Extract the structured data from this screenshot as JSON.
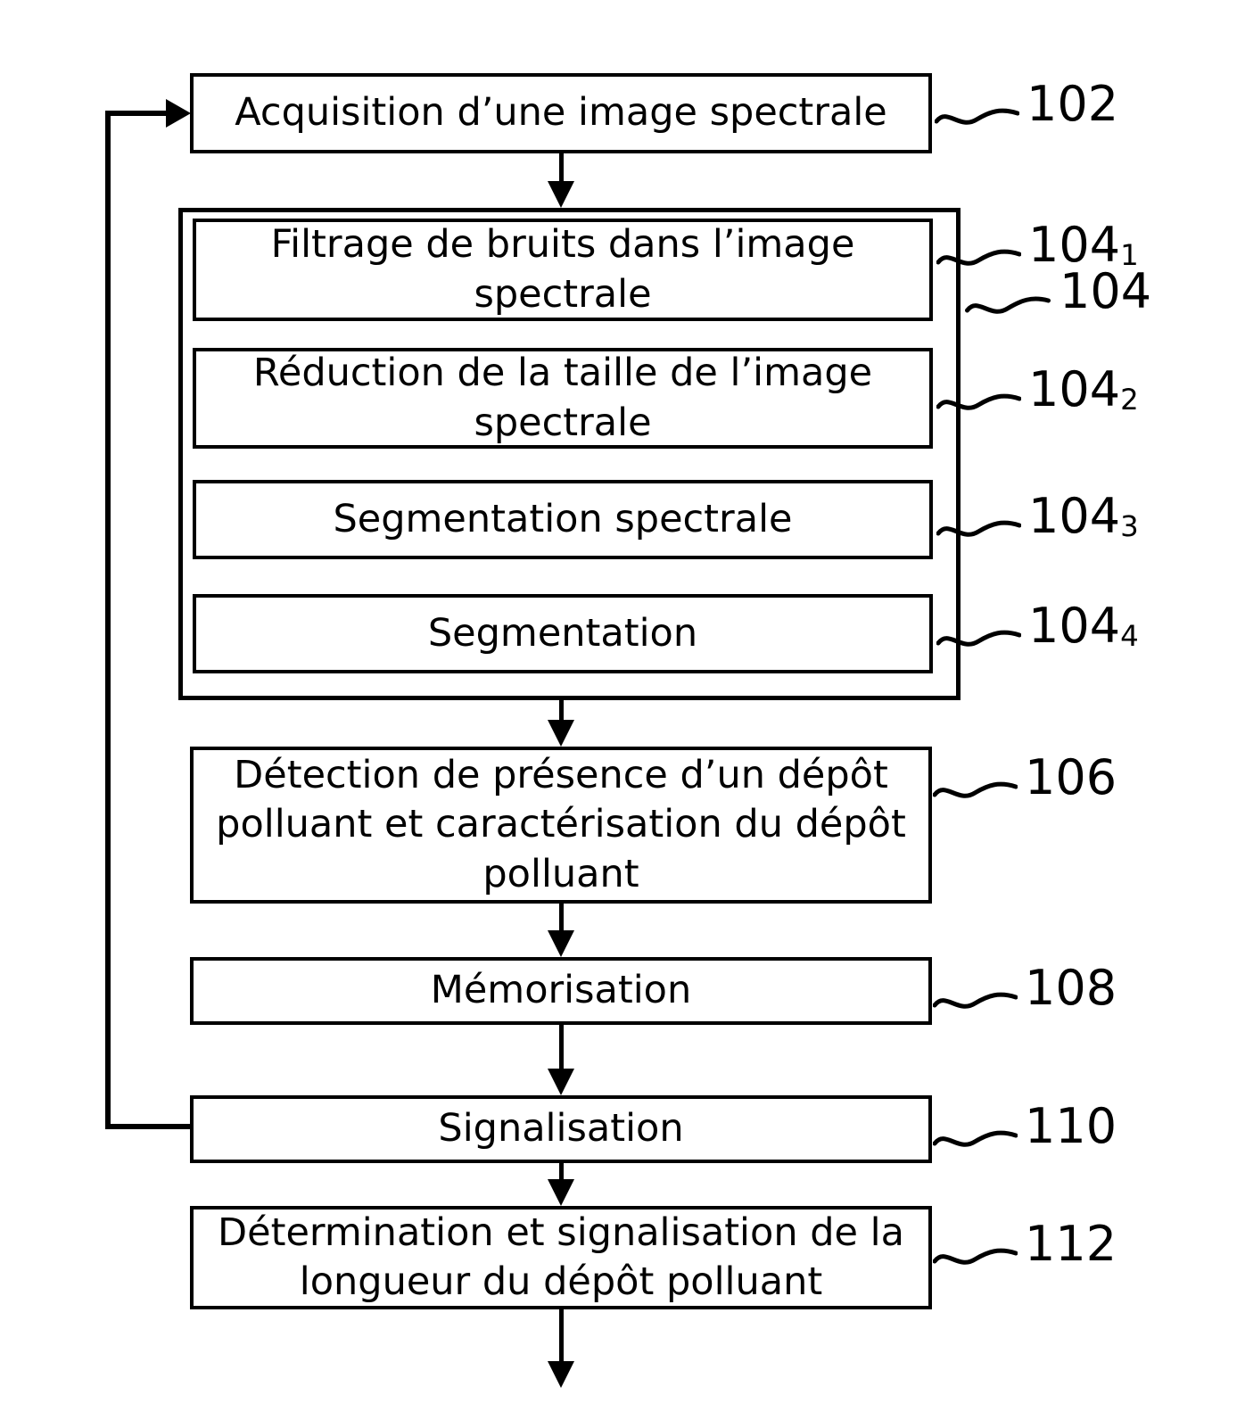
{
  "figure": {
    "type": "flowchart",
    "language": "fr",
    "colors": {
      "line": "#000000",
      "background": "#ffffff",
      "box_fill": "#ffffff"
    }
  },
  "steps": {
    "acquisition": {
      "text": "Acquisition d’une image spectrale",
      "ref": "102"
    },
    "group": {
      "ref": "104"
    },
    "filtrage": {
      "text": "Filtrage de bruits dans l’image spectrale",
      "ref_base": "104",
      "ref_sub": "1"
    },
    "reduction": {
      "text": "Réduction de la taille de l’image spectrale",
      "ref_base": "104",
      "ref_sub": "2"
    },
    "segmentation_spectrale": {
      "text": "Segmentation spectrale",
      "ref_base": "104",
      "ref_sub": "3"
    },
    "segmentation": {
      "text": "Segmentation",
      "ref_base": "104",
      "ref_sub": "4"
    },
    "detection": {
      "text": "Détection de présence d’un dépôt polluant et caractérisation du dépôt polluant",
      "ref": "106"
    },
    "memorisation": {
      "text": "Mémorisation",
      "ref": "108"
    },
    "signalisation": {
      "text": "Signalisation",
      "ref": "110"
    },
    "determination": {
      "text": "Détermination et signalisation de la longueur du dépôt polluant",
      "ref": "112"
    }
  }
}
